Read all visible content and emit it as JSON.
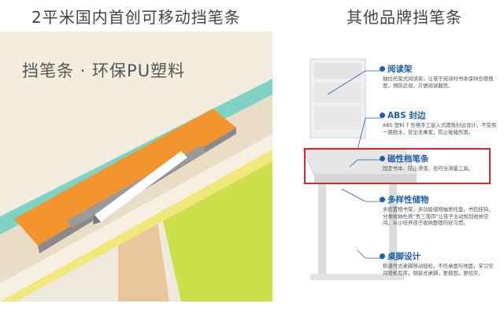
{
  "titles": {
    "left": "2平米国内首创可移动挡笔条",
    "right": "其他品牌挡笔条"
  },
  "photo": {
    "caption": "挡笔条 · 环保PU塑料"
  },
  "features": [
    {
      "title": "阅读架",
      "desc": "抽拉托架式阅读架，让孩子阅读时书本保持合理角度，预防近视，方便阅读翻页。"
    },
    {
      "title": "ABS 封边",
      "desc": "ABS 塑料 T 形楔手工嵌入式圆角封边设计，不受用一路脱水，安全无毒害，防止碰磕伤害。"
    },
    {
      "title": "磁性档笔条",
      "desc": "固定书本，防止滑落，也可当测量工具。"
    },
    {
      "title": "多样性储物",
      "desc": "多层置物书架，多功能储物抽屉托盘，书包挂钩，分类收纳杜绝“丢三落四”让孩子主动规划收纳空间，从小培养孩子收纳整理的好习惯。"
    },
    {
      "title": "桌脚设计",
      "desc": "和道可式桌脚移动轻松，不伤桌面与地面，学习空间轻松有序，侧装式桌脚，更稳固，更结实。"
    }
  ],
  "colors": {
    "pen_bar": "#f2952f",
    "accent_blue": "#1f5fa8",
    "highlight": "#d6272c",
    "mint_edge": "#7fd3c4",
    "lime_panel": "#cde04c"
  }
}
